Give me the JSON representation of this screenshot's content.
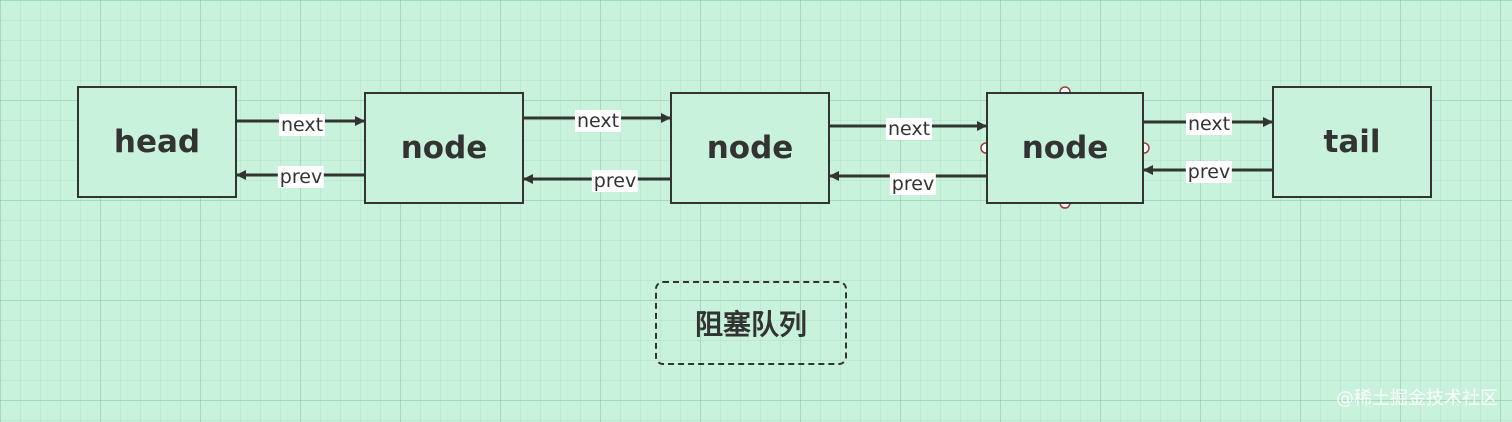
{
  "diagram": {
    "nodes": [
      {
        "id": "head",
        "label": "head"
      },
      {
        "id": "node1",
        "label": "node"
      },
      {
        "id": "node2",
        "label": "node"
      },
      {
        "id": "node3",
        "label": "node"
      },
      {
        "id": "tail",
        "label": "tail"
      }
    ],
    "edges": [
      {
        "from": "head",
        "to": "node1",
        "label": "next"
      },
      {
        "from": "node1",
        "to": "head",
        "label": "prev"
      },
      {
        "from": "node1",
        "to": "node2",
        "label": "next"
      },
      {
        "from": "node2",
        "to": "node1",
        "label": "prev"
      },
      {
        "from": "node2",
        "to": "node3",
        "label": "next"
      },
      {
        "from": "node3",
        "to": "node2",
        "label": "prev"
      },
      {
        "from": "node3",
        "to": "tail",
        "label": "next"
      },
      {
        "from": "tail",
        "to": "node3",
        "label": "prev"
      }
    ],
    "caption": "阻塞队列"
  },
  "colors": {
    "background": "#c9f2dc",
    "stroke": "#333333",
    "label_background": "#ffffff",
    "handle_stroke": "#9b3d3d"
  },
  "watermark": "@稀土掘金技术社区"
}
